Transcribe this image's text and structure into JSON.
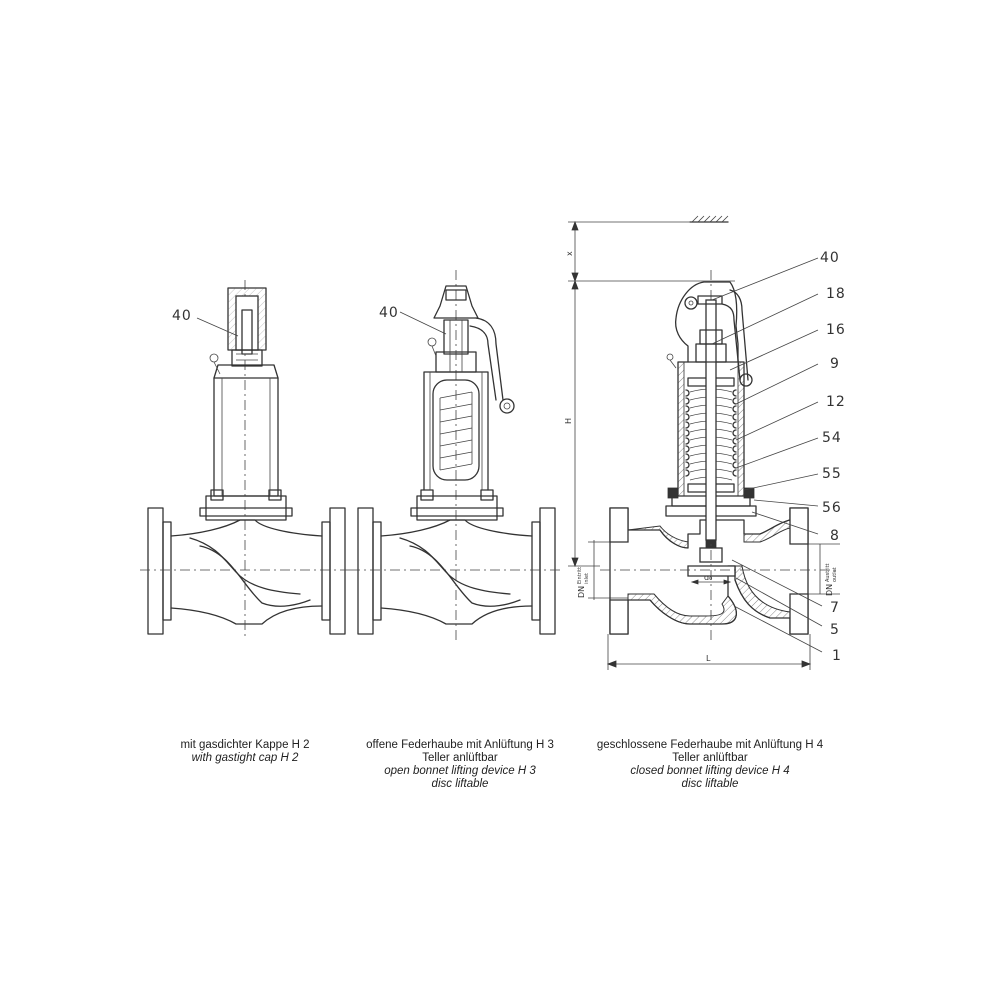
{
  "diagram": {
    "views": [
      {
        "id": "h2",
        "callout": "40",
        "caption": {
          "de": "mit gasdichter Kappe H 2",
          "en": "with gastight cap H 2"
        }
      },
      {
        "id": "h3",
        "callout": "40",
        "caption": {
          "de_1": "offene Federhaube mit Anlüftung H 3",
          "de_2": "Teller anlüftbar",
          "en_1": "open bonnet lifting device H 3",
          "en_2": "disc liftable"
        }
      },
      {
        "id": "h4",
        "callouts": [
          "40",
          "18",
          "16",
          "9",
          "12",
          "54",
          "55",
          "56",
          "8",
          "7",
          "5",
          "1"
        ],
        "dimensions": {
          "x": "x",
          "h": "H",
          "l": "L",
          "d": "d₀",
          "dn_in": "DN",
          "dn_in_sub": "Eintritt",
          "dn_in_sub2": "inlet",
          "dn_out": "DN",
          "dn_out_sub": "Austritt",
          "dn_out_sub2": "outlet"
        },
        "caption": {
          "de_1": "geschlossene Federhaube mit Anlüftung H 4",
          "de_2": "Teller anlüftbar",
          "en_1": "closed bonnet lifting device H 4",
          "en_2": "disc liftable"
        }
      }
    ]
  }
}
